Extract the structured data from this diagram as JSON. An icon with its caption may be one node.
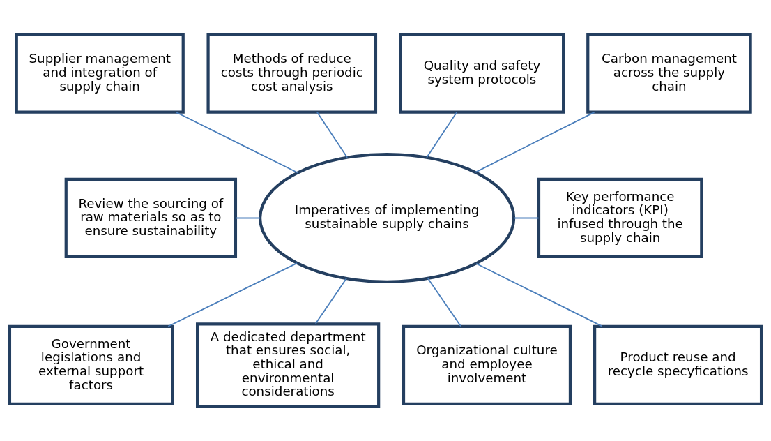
{
  "diagram": {
    "nodes": [
      {
        "text": [
          "Supplier management and integration of supply chain"
        ]
      },
      {
        "text": [
          "Methods of reduce costs through periodic cost analysis"
        ]
      },
      {
        "text": [
          "Quality and safety system protocols"
        ]
      },
      {
        "text": [
          "Carbon management across the supply chain"
        ]
      },
      {
        "text": [
          "Review the sourcing of raw materials so as to ensure sustainability"
        ]
      },
      {
        "text": [
          "Imperatives of implementing sustainable supply chains"
        ]
      },
      {
        "text": [
          "Key performance indicators (KPI) infused through the supply chain"
        ]
      },
      {
        "text": [
          "Government legislations and external support factors"
        ]
      },
      {
        "text": [
          "A dedicated department that ensures social, ethical and environmental considerations"
        ]
      },
      {
        "text": [
          "Organizational culture and employee involvement"
        ]
      },
      {
        "text": [
          "Product reuse and recycle specyfications"
        ]
      }
    ],
    "edges": [
      {
        "from": 0,
        "to": 5,
        "arrow": "none"
      },
      {
        "from": 1,
        "to": 5,
        "arrow": "none"
      },
      {
        "from": 2,
        "to": 5,
        "arrow": "none"
      },
      {
        "from": 3,
        "to": 5,
        "arrow": "none"
      },
      {
        "from": 4,
        "to": 5,
        "arrow": "none"
      },
      {
        "from": 5,
        "to": 6,
        "arrow": "none"
      },
      {
        "from": 5,
        "to": 7,
        "arrow": "none"
      },
      {
        "from": 5,
        "to": 8,
        "arrow": "none"
      },
      {
        "from": 5,
        "to": 9,
        "arrow": "none"
      },
      {
        "from": 5,
        "to": 10,
        "arrow": "none"
      }
    ]
  }
}
